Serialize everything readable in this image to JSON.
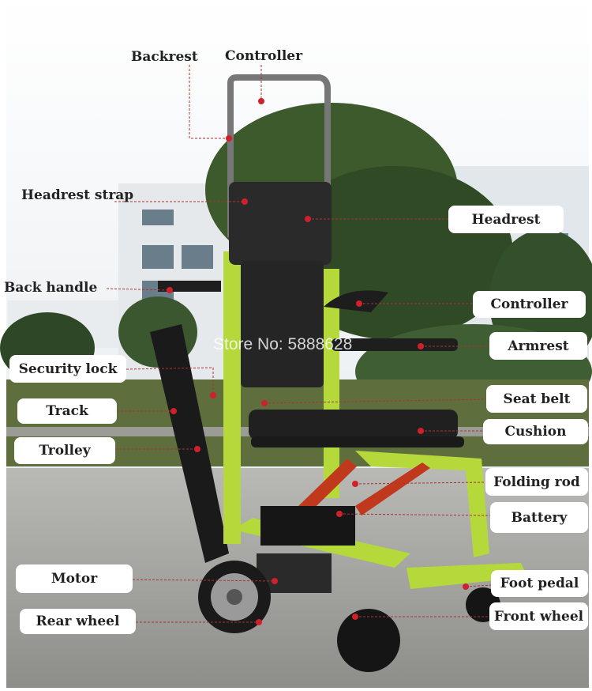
{
  "watermark": "Store No: 5888628",
  "colors": {
    "frame": "#b5d93a",
    "accent_dot": "#d0202a",
    "leader": "#b04040",
    "label_bg": "#ffffff"
  },
  "labels": {
    "backrest": "Backrest",
    "controller_top": "Controller",
    "headrest_strap": "Headrest strap",
    "back_handle": "Back handle",
    "headrest": "Headrest",
    "controller": "Controller",
    "armrest": "Armrest",
    "security_lock": "Security lock",
    "track": "Track",
    "trolley": "Trolley",
    "seat_belt": "Seat belt",
    "cushion": "Cushion",
    "folding_rod": "Folding rod",
    "battery": "Battery",
    "motor": "Motor",
    "rear_wheel": "Rear wheel",
    "foot_pedal": "Foot pedal",
    "front_wheel": "Front wheel"
  }
}
